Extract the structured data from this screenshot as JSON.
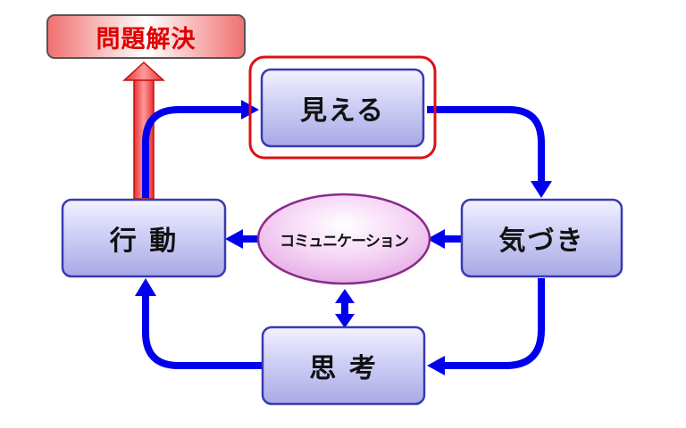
{
  "title": "問題解決",
  "nodes": {
    "mieru": "見える",
    "kizuki": "気づき",
    "shikou": "思 考",
    "koudou": "行 動",
    "communication": "コミュニケーション"
  },
  "colors": {
    "arrow": "#0000ee",
    "node_fill": "#c8c8f4",
    "node_stroke": "#3a3ab0",
    "highlight": "#dd1111",
    "ellipse_fill": "#f2c4f2",
    "ellipse_stroke": "#8a2a8a",
    "title_text": "#e00000"
  }
}
